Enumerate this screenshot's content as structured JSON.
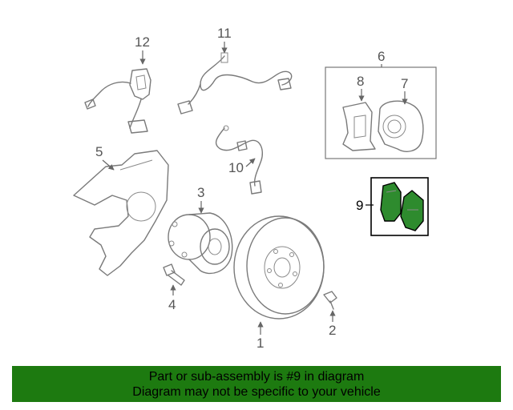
{
  "callouts": {
    "c1": "1",
    "c2": "2",
    "c3": "3",
    "c4": "4",
    "c5": "5",
    "c6": "6",
    "c7": "7",
    "c8": "8",
    "c9": "9",
    "c10": "10",
    "c11": "11",
    "c12": "12"
  },
  "highlight": {
    "part_number": "9",
    "color": "#1d7a10",
    "pad_color": "#2e8b2e"
  },
  "banner": {
    "line1": "Part or sub-assembly is #9 in diagram",
    "line2": "Diagram may not be specific to your vehicle",
    "background": "#1d7a10"
  }
}
